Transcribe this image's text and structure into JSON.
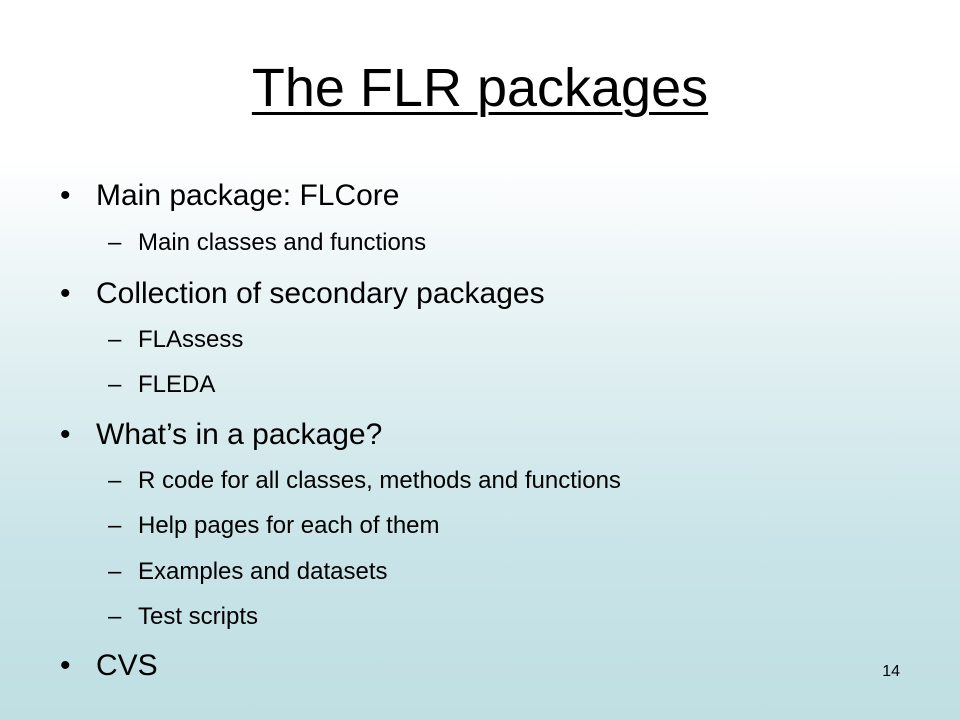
{
  "slide": {
    "title": "The FLR packages",
    "bullet_marker": "•",
    "sub_marker": "–",
    "items": [
      {
        "level": 1,
        "text": "Main package: FLCore"
      },
      {
        "level": 2,
        "text": "Main classes and functions"
      },
      {
        "level": 1,
        "text": "Collection of secondary packages"
      },
      {
        "level": 2,
        "text": "FLAssess"
      },
      {
        "level": 2,
        "text": "FLEDA"
      },
      {
        "level": 1,
        "text": "What’s in a package?"
      },
      {
        "level": 2,
        "text": "R code for all classes, methods and functions"
      },
      {
        "level": 2,
        "text": "Help pages for each of them"
      },
      {
        "level": 2,
        "text": "Examples and datasets"
      },
      {
        "level": 2,
        "text": "Test scripts"
      },
      {
        "level": 1,
        "text": "CVS"
      }
    ],
    "page_number": "14"
  }
}
